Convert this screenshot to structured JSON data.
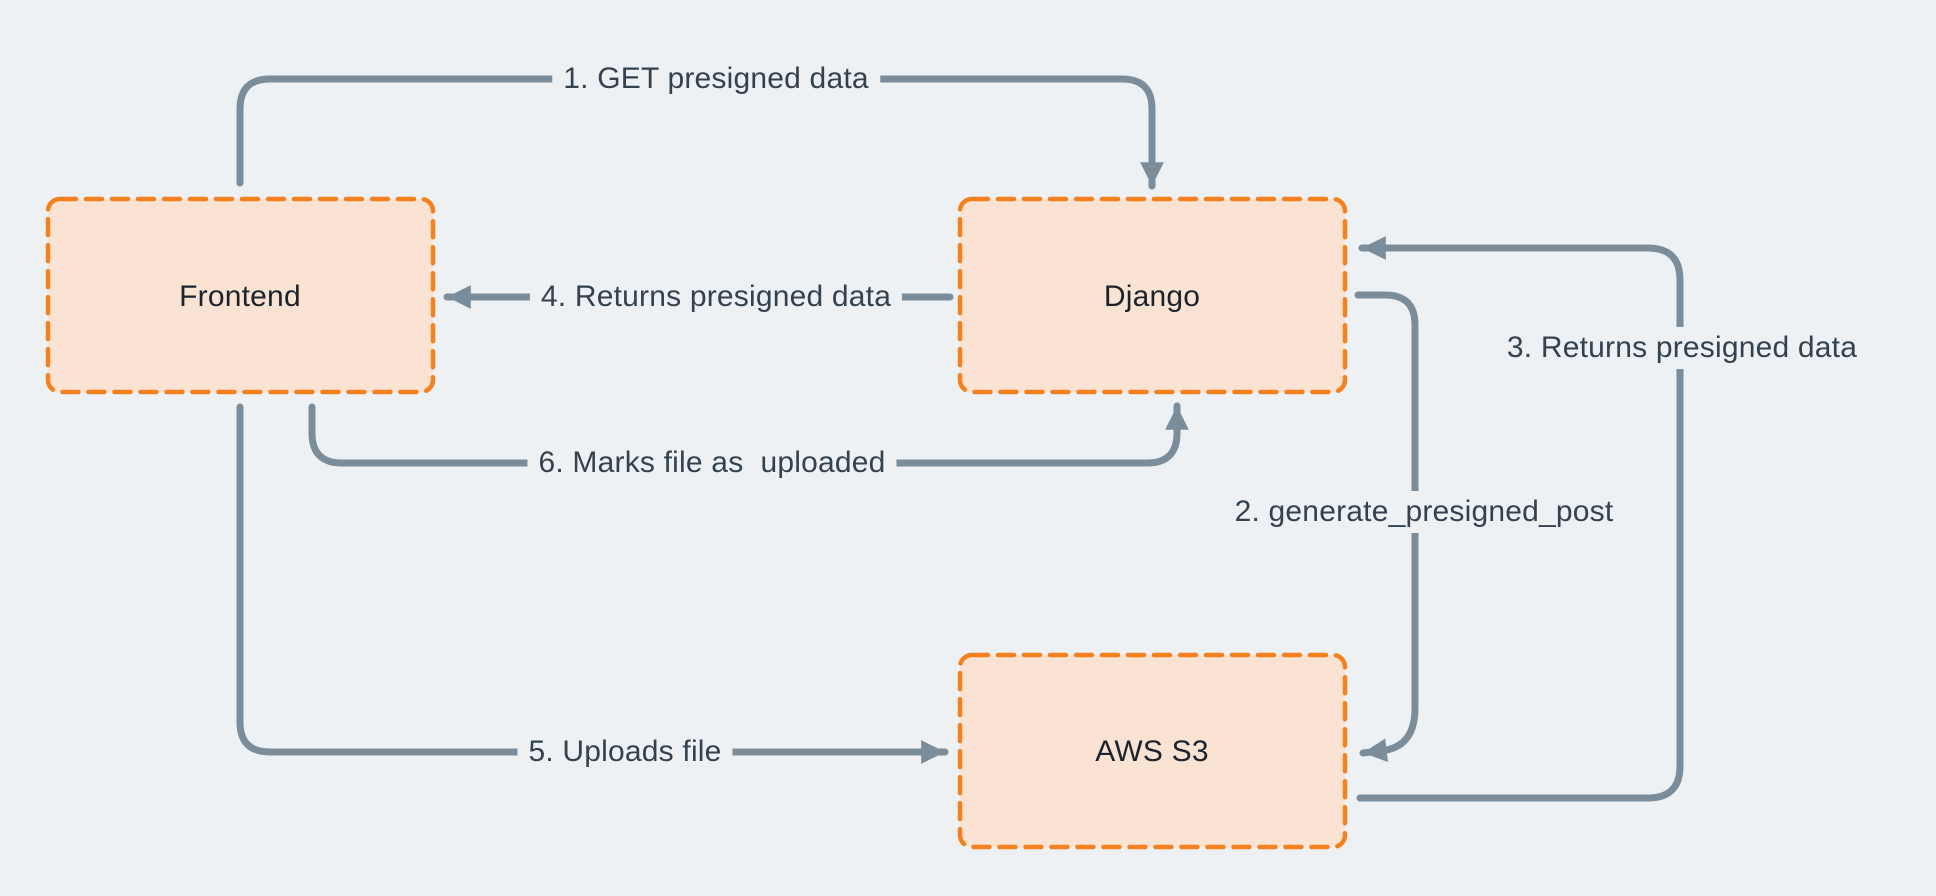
{
  "theme": {
    "background": "#EDF1F4",
    "box_fill": "#FBE3D3",
    "box_border": "#F5801E",
    "arrow_color": "#7B8D9A",
    "edge_label_color": "#33424E",
    "node_label_color": "#1A242E"
  },
  "diagram": {
    "nodes": [
      {
        "id": "frontend",
        "label": "Frontend"
      },
      {
        "id": "django",
        "label": "Django"
      },
      {
        "id": "aws-s3",
        "label": "AWS S3"
      }
    ],
    "edges": [
      {
        "step": 1,
        "label": "1. GET presigned data",
        "from": "Frontend",
        "to": "Django"
      },
      {
        "step": 2,
        "label": "2. generate_presigned_post",
        "from": "Django",
        "to": "AWS S3"
      },
      {
        "step": 3,
        "label": "3. Returns presigned data",
        "from": "AWS S3",
        "to": "Django"
      },
      {
        "step": 4,
        "label": "4. Returns presigned data",
        "from": "Django",
        "to": "Frontend"
      },
      {
        "step": 5,
        "label": "5. Uploads file",
        "from": "Frontend",
        "to": "AWS S3"
      },
      {
        "step": 6,
        "label": "6. Marks file as  uploaded",
        "from": "Frontend",
        "to": "Django"
      }
    ]
  }
}
